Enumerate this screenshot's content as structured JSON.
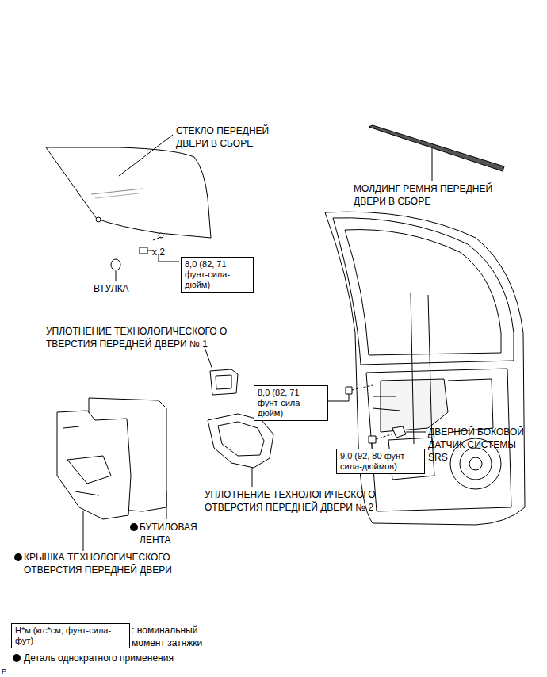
{
  "diagram": {
    "nodes": [
      {
        "text": [
          "8,0 (82, 71 фунт-сила-дюйм)"
        ]
      },
      {
        "text": [
          "8,0 (82, 71 фунт-сила-дюйм)"
        ]
      },
      {
        "text": [
          "9,0 (92, 80 фунт-сила-дюймов)"
        ]
      },
      {
        "text": [
          "Н*м (кгс*см, фунт-сила-фут)"
        ]
      }
    ],
    "edges": [],
    "labels": [
      "СТЕКЛО ПЕРЕДНЕЙ ДВЕРИ В СБОРЕ",
      "МОЛДИНГ РЕМНЯ ПЕРЕДНЕЙ ДВЕРИ В СБОРЕ",
      "x 2",
      "ВТУЛКА",
      "УПЛОТНЕНИЕ ТЕХНОЛОГИЧЕСКОГО О ТВЕРСТИЯ ПЕРЕДНЕЙ ДВЕРИ № 1",
      "ДВЕРНОЙ БОКОВОЙ ДАТЧИК СИСТЕМЫ SRS",
      "УПЛОТНЕНИЕ ТЕХНОЛОГИЧЕСКОГО ОТВЕРСТИЯ ПЕРЕДНЕЙ ДВЕРИ № 2",
      "БУТИЛОВАЯ ЛЕНТА",
      "КРЫШКА ТЕХНОЛОГИЧЕСКОГО ОТВЕРСТИЯ ПЕРЕДНЕЙ ДВЕРИ",
      ": номинальный момент затяжки",
      "P"
    ],
    "legend": [
      {
        "text": "Деталь однократного применения"
      }
    ]
  }
}
